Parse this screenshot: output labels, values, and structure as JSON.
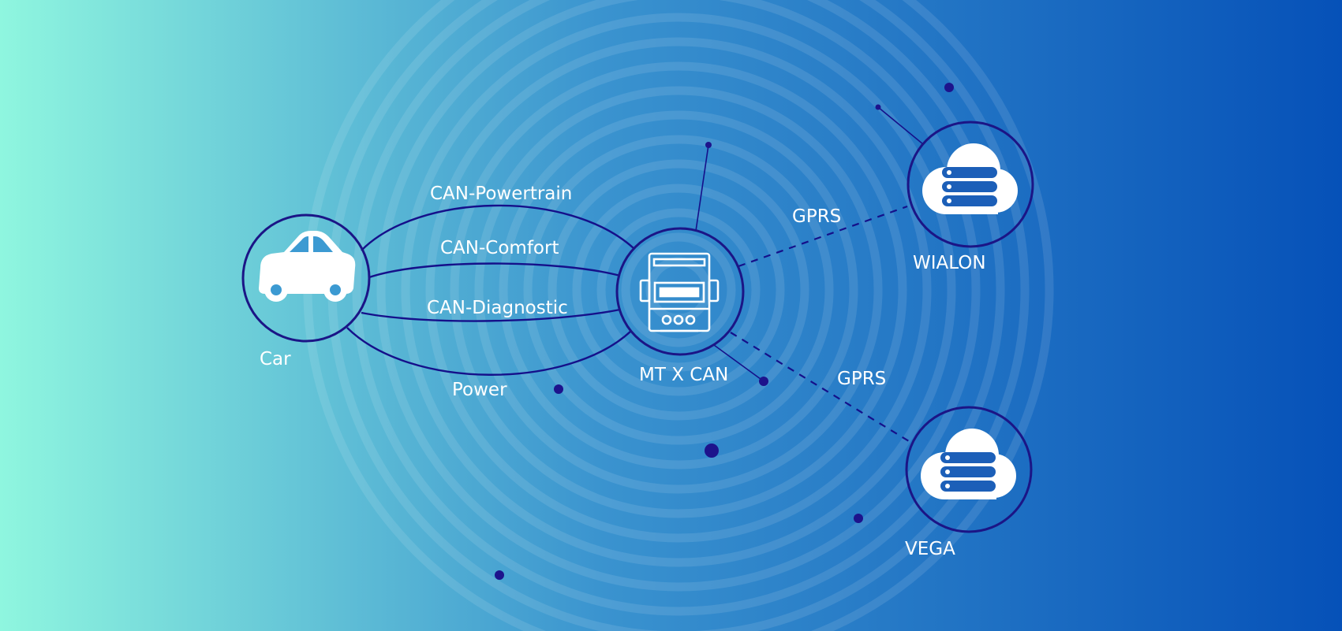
{
  "colors": {
    "gradient_start": "#8ff6df",
    "gradient_mid": "#3a93cf",
    "gradient_end": "#0651b8",
    "ring": "#ffffff",
    "node_stroke": "#1b1586",
    "line": "#15108a",
    "dot": "#1d138c",
    "label": "#ffffff",
    "icon": "#ffffff"
  },
  "nodes": {
    "car": {
      "label": "Car",
      "icon": "car-icon"
    },
    "device": {
      "label": "MT X CAN",
      "icon": "tracker-device-icon"
    },
    "wialon": {
      "label": "WIALON",
      "icon": "cloud-server-icon"
    },
    "vega": {
      "label": "VEGA",
      "icon": "cloud-server-icon"
    }
  },
  "links": {
    "can_powertrain": "CAN-Powertrain",
    "can_comfort": "CAN-Comfort",
    "can_diagnostic": "CAN-Diagnostic",
    "power": "Power",
    "gprs_wialon": "GPRS",
    "gprs_vega": "GPRS"
  }
}
